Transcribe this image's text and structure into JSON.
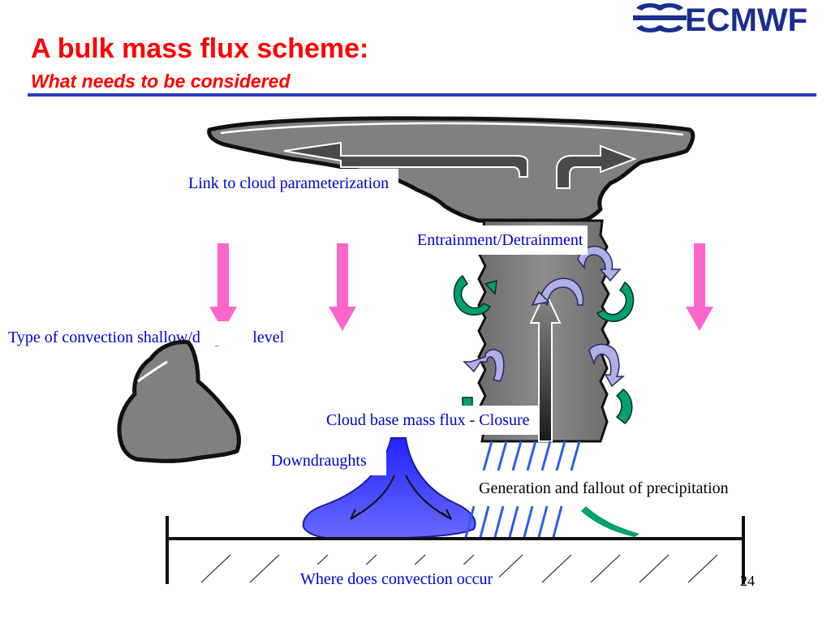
{
  "logo": {
    "text": "ECMWF",
    "color": "#1a2f8f"
  },
  "slide": {
    "title": "A bulk mass flux scheme:",
    "subtitle": "What needs to be considered",
    "page_number": "24"
  },
  "labels": {
    "cloud_param": "Link to cloud parameterization",
    "entrainment": "Entrainment/Detrainment",
    "convection_type": "Type of convection shallow/deep/midlevel",
    "closure": "Cloud base mass flux - Closure",
    "downdraughts": "Downdraughts",
    "precipitation": "Generation and fallout of precipitation",
    "where": "Where does convection occur"
  },
  "colors": {
    "title": "#ff0000",
    "label_text": "#0000d0",
    "rule": "#2e3cc8",
    "subsidence_arrows": "#ff66cc",
    "cloud_fill": "#808080",
    "downdraught_fill": "#3333ff",
    "entrainment_arrows": "#00a070",
    "detrainment_arrows": "#b0b0e8",
    "rain": "#2f5fe8"
  }
}
